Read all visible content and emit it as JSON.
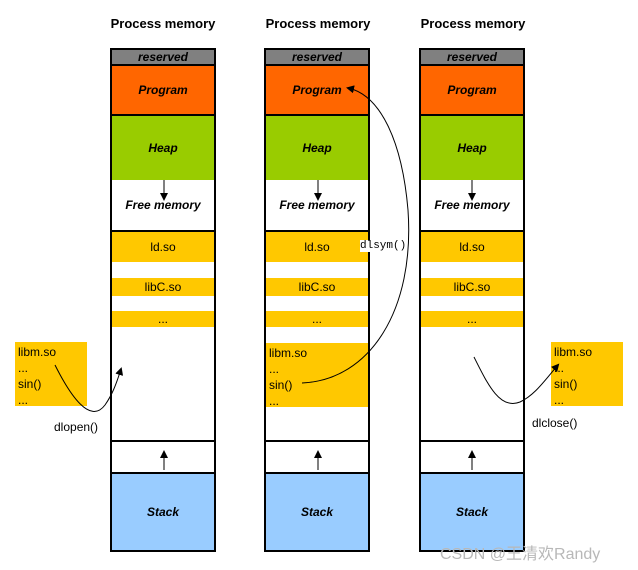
{
  "columns": [
    {
      "title": "Process memory",
      "reserved": "reserved",
      "program": "Program",
      "heap": "Heap",
      "free": "Free memory",
      "ld": "ld.so",
      "libc": "libC.so",
      "dots": "...",
      "stack": "Stack"
    },
    {
      "title": "Process memory",
      "reserved": "reserved",
      "program": "Program",
      "heap": "Heap",
      "free": "Free memory",
      "ld": "ld.so",
      "libc": "libC.so",
      "dots": "...",
      "libm": "libm.so",
      "libm_dots1": "...",
      "libm_sin": "sin()",
      "libm_dots2": "...",
      "stack": "Stack"
    },
    {
      "title": "Process memory",
      "reserved": "reserved",
      "program": "Program",
      "heap": "Heap",
      "free": "Free memory",
      "ld": "ld.so",
      "libc": "libC.so",
      "dots": "...",
      "stack": "Stack"
    }
  ],
  "external_libs": [
    {
      "name": "libm.so",
      "dots1": "...",
      "func": "sin()",
      "dots2": "..."
    },
    {
      "name": "libm.so",
      "dots1": "...",
      "func": "sin()",
      "dots2": "..."
    }
  ],
  "labels": {
    "dlopen": "dlopen()",
    "dlsym": "dlsym()",
    "dlclose": "dlclose()"
  },
  "watermark": "CSDN @王清欢Randy",
  "colors": {
    "reserved": "#808080",
    "program": "#ff6600",
    "heap": "#99cc00",
    "lib": "#ffc800",
    "stack": "#99ccff"
  }
}
